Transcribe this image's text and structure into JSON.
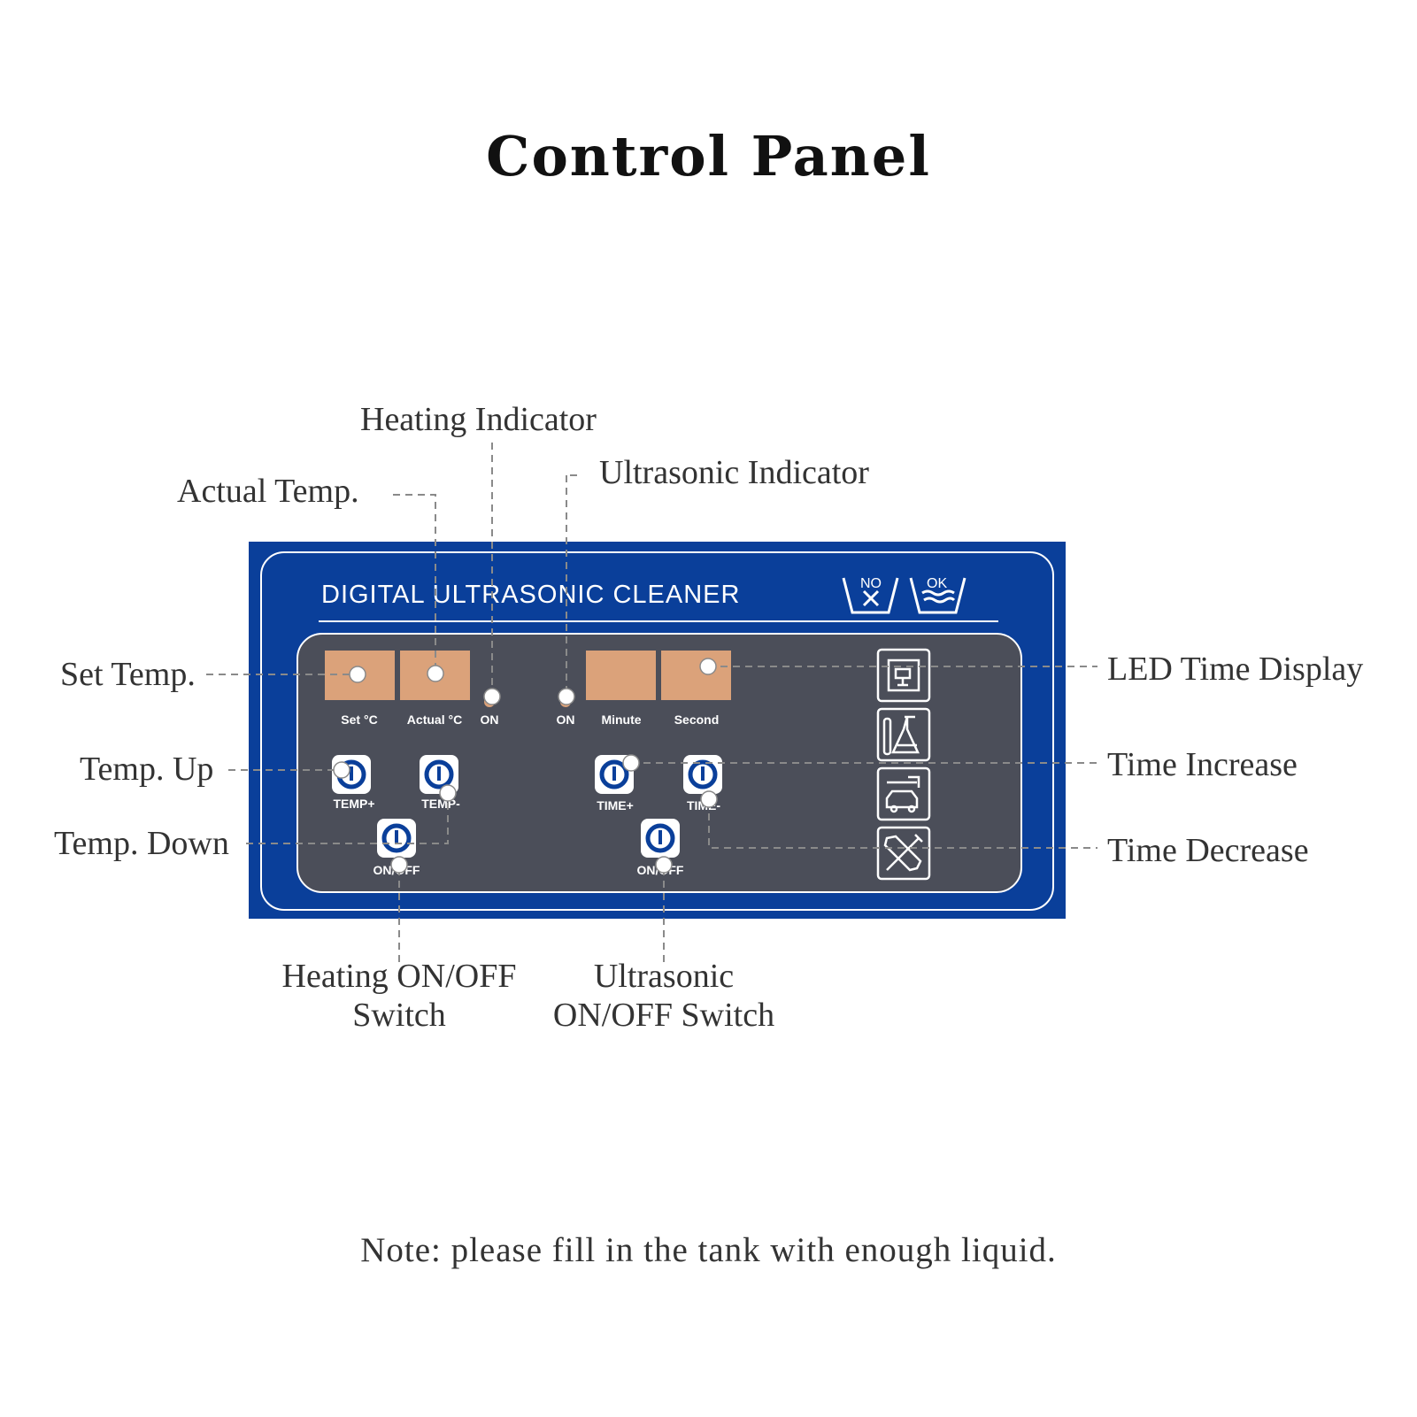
{
  "title": "Control Panel",
  "panel": {
    "heading": "DIGITAL ULTRASONIC CLEANER",
    "wash_symbols": [
      "NO",
      "OK"
    ],
    "display_labels": {
      "set": "Set  °C",
      "actual": "Actual °C",
      "heat_on": "ON",
      "ultra_on": "ON",
      "minute": "Minute",
      "second": "Second"
    },
    "button_labels": {
      "temp_up": "TEMP+",
      "temp_down": "TEMP-",
      "time_up": "TIME+",
      "time_down": "TIME-",
      "heat_switch": "ON/OFF",
      "ultra_switch": "ON/OFF"
    },
    "application_icons": [
      "circuit-board-icon",
      "lab-flask-icon",
      "car-service-icon",
      "tools-icon"
    ]
  },
  "callouts": {
    "heating_indicator": "Heating Indicator",
    "actual_temp": "Actual Temp.",
    "ultrasonic_indicator": "Ultrasonic Indicator",
    "set_temp": "Set Temp.",
    "temp_up": "Temp. Up",
    "temp_down": "Temp. Down",
    "led_time_display": "LED Time Display",
    "time_increase": "Time Increase",
    "time_decrease": "Time Decrease",
    "heating_switch_line1": "Heating ON/OFF",
    "heating_switch_line2": "Switch",
    "ultrasonic_switch_line1": "Ultrasonic",
    "ultrasonic_switch_line2": "ON/OFF Switch"
  },
  "note": "Note: please fill in the tank with enough liquid.",
  "colors": {
    "panel_blue": "#0a3f9a",
    "inner_gray": "#4b4e59",
    "display_orange": "#dba27a",
    "leader_gray": "#8a8a8a"
  }
}
